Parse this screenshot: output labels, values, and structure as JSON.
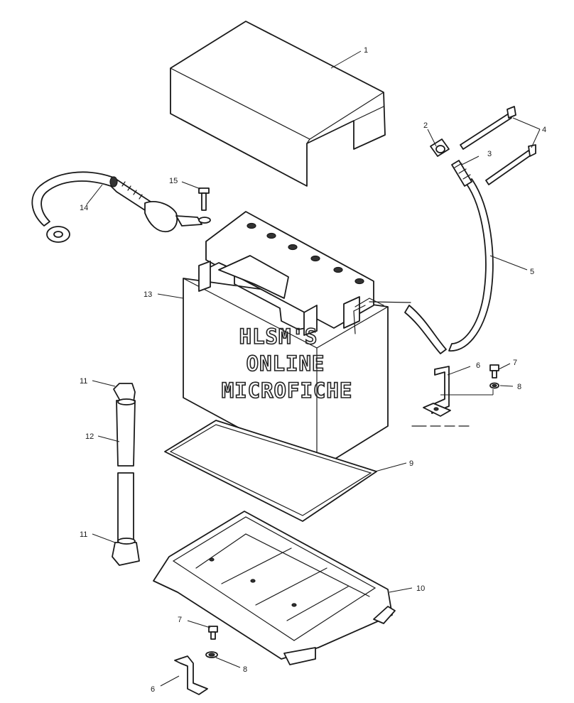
{
  "watermark": {
    "line1": "HLSM'S",
    "line2": "ONLINE",
    "line3": "MICROFICHE"
  },
  "callouts": {
    "c1": "1",
    "c2": "2",
    "c3": "3",
    "c4": "4",
    "c5": "5",
    "c6a": "6",
    "c6b": "6",
    "c7a": "7",
    "c7b": "7",
    "c8a": "8",
    "c8b": "8",
    "c9": "9",
    "c10": "10",
    "c11a": "11",
    "c11b": "11",
    "c12": "12",
    "c13": "13",
    "c14": "14",
    "c15": "15"
  }
}
